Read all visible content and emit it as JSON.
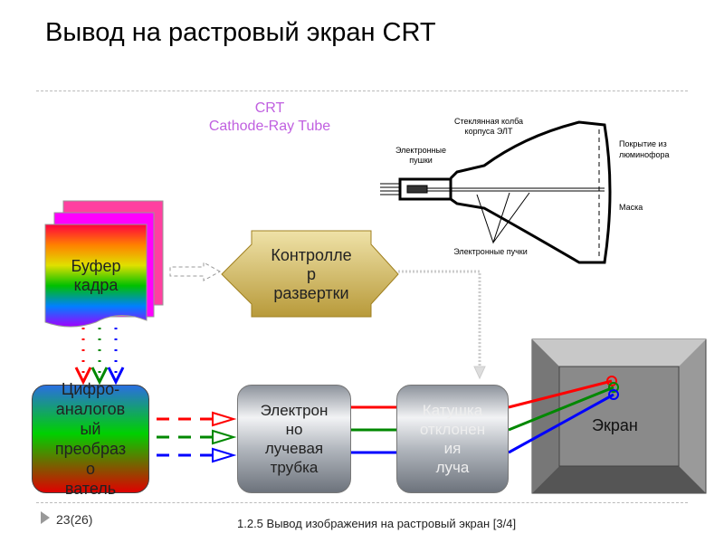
{
  "title": "Вывод на растровый экран CRT",
  "crt": {
    "line1": "CRT",
    "line2": "Cathode-Ray Tube"
  },
  "tube_diagram": {
    "glass": "Стеклянная колба",
    "glass2": "корпуса ЭЛТ",
    "guns": "Электронные",
    "guns2": "пушки",
    "phosphor": "Покрытие из",
    "phosphor2": "люминофора",
    "mask": "Маска",
    "beams": "Электронные пучки"
  },
  "blocks": {
    "buffer": [
      "Буфер",
      "кадра"
    ],
    "controller": [
      "Контролле",
      "р",
      "развертки"
    ],
    "dac": [
      "Цифро-",
      "аналогов",
      "ый",
      "преобраз",
      "о",
      "ватель"
    ],
    "tube": [
      "Электрон",
      "но",
      "лучевая",
      "трубка"
    ],
    "coil": [
      "Катушка",
      "отклонен",
      "ия",
      "луча"
    ],
    "screen": "Экран"
  },
  "colors": {
    "red": "#ff0000",
    "green": "#008000",
    "blue": "#0000ff",
    "crt_label": "#c060e0"
  },
  "footer": {
    "page": "23(26)",
    "section": "1.2.5 Вывод изображения на растровый экран  [3/4]"
  }
}
